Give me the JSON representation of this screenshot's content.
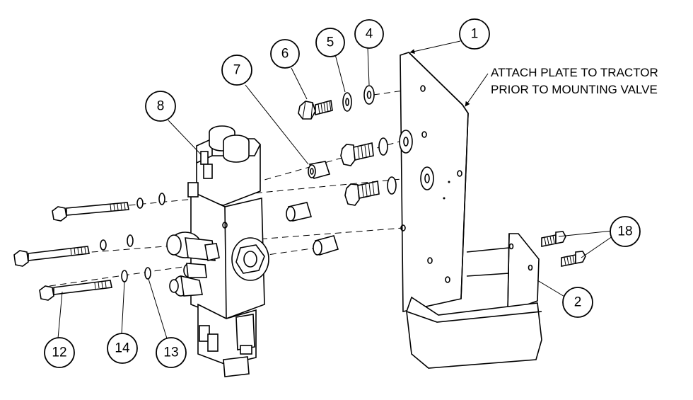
{
  "note": {
    "line1": "ATTACH PLATE TO TRACTOR",
    "line2": "PRIOR TO MOUNTING VALVE"
  },
  "balloons": [
    {
      "id": "b1",
      "label": "1"
    },
    {
      "id": "b2",
      "label": "2"
    },
    {
      "id": "b4",
      "label": "4"
    },
    {
      "id": "b5",
      "label": "5"
    },
    {
      "id": "b6",
      "label": "6"
    },
    {
      "id": "b7",
      "label": "7"
    },
    {
      "id": "b8",
      "label": "8"
    },
    {
      "id": "b12",
      "label": "12"
    },
    {
      "id": "b13",
      "label": "13"
    },
    {
      "id": "b14",
      "label": "14"
    },
    {
      "id": "b18",
      "label": "18"
    }
  ]
}
